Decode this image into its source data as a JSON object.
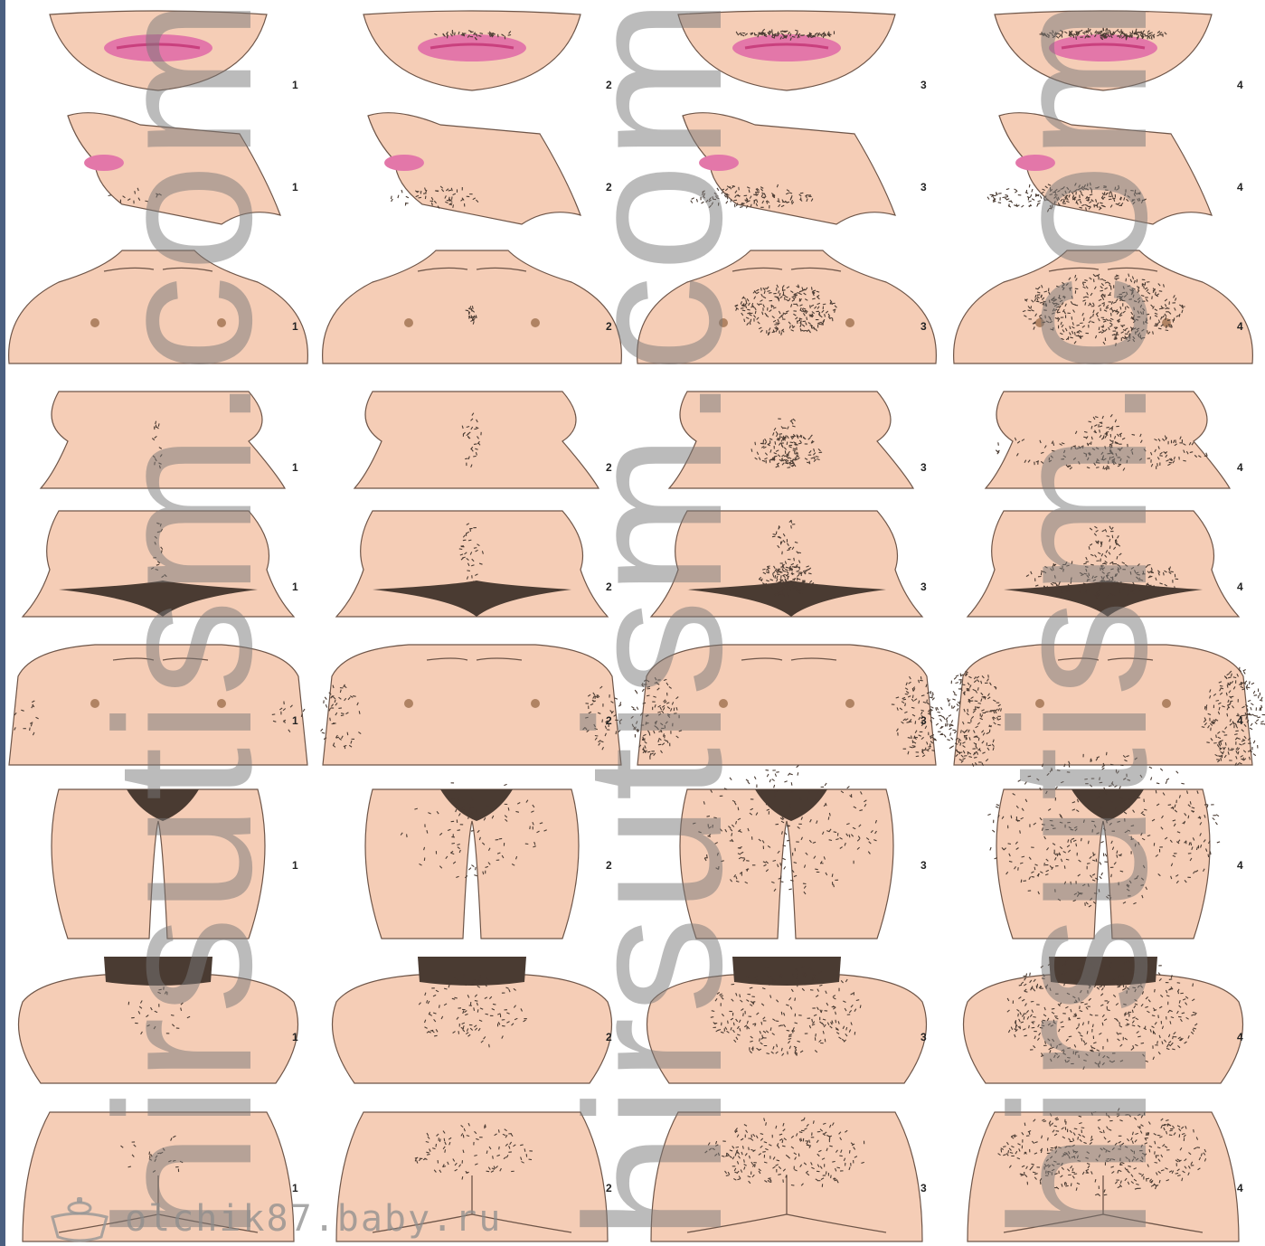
{
  "watermark": "hirsutism.com",
  "credit": {
    "text": "olchik87.baby.ru",
    "icon": "pot-icon"
  },
  "colors": {
    "skin": "#f5cdb6",
    "outline": "#6e5548",
    "hair": "#4a3b32",
    "lips": "#e377a9",
    "lips_inner": "#c9407e"
  },
  "scale_levels": [
    "1",
    "2",
    "3",
    "4"
  ],
  "rows": [
    {
      "region": "upper-lip",
      "labels": [
        "1",
        "2",
        "3",
        "4"
      ]
    },
    {
      "region": "chin",
      "labels": [
        "1",
        "2",
        "3",
        "4"
      ]
    },
    {
      "region": "chest",
      "labels": [
        "1",
        "2",
        "3",
        "4"
      ]
    },
    {
      "region": "upper-abdomen",
      "labels": [
        "1",
        "2",
        "3",
        "4"
      ]
    },
    {
      "region": "lower-abdomen",
      "labels": [
        "1",
        "2",
        "3",
        "4"
      ]
    },
    {
      "region": "upper-arms",
      "labels": [
        "1",
        "2",
        "3",
        "4"
      ]
    },
    {
      "region": "thighs",
      "labels": [
        "1",
        "2",
        "3",
        "4"
      ]
    },
    {
      "region": "upper-back",
      "labels": [
        "1",
        "2",
        "3",
        "4"
      ]
    },
    {
      "region": "lower-back",
      "labels": [
        "1",
        "2",
        "3",
        "4"
      ]
    }
  ]
}
